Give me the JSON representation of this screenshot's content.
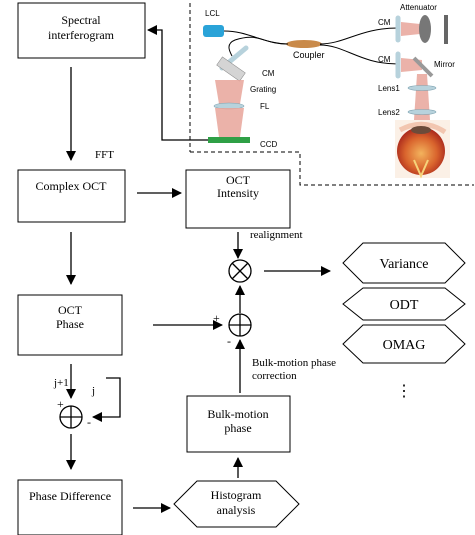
{
  "colors": {
    "laser": "#2aa3d8",
    "coupler": "#c98a4a",
    "beam": "#e8a49a",
    "lens": "#b7d2dc",
    "ccd": "#2fa046",
    "attenuator": "#777777"
  },
  "flow": {
    "spectral_interferogram": [
      "Spectral",
      "interferogram"
    ],
    "fft": "FFT",
    "complex_oct": "Complex OCT",
    "oct_intensity": [
      "OCT",
      "Intensity"
    ],
    "oct_phase": [
      "OCT",
      "Phase"
    ],
    "realignment": "realignment",
    "plus_top": "+",
    "minus_top": "-",
    "bulk_motion_phase_correction": [
      "Bulk-motion phase",
      "correction"
    ],
    "bulk_motion_phase": [
      "Bulk-motion",
      "phase"
    ],
    "j_plus_1": "j+1",
    "j": "j",
    "plus_lower": "+",
    "minus_lower": "-",
    "phase_difference": "Phase Difference",
    "histogram_analysis": [
      "Histogram",
      "analysis"
    ]
  },
  "outputs": {
    "items": [
      "Variance",
      "ODT",
      "OMAG"
    ],
    "more": "⋮"
  },
  "setup": {
    "lcl": "LCL",
    "coupler": "Coupler",
    "cm_left": "CM",
    "grating": "Grating",
    "fl": "FL",
    "ccd": "CCD",
    "cm_right_top": "CM",
    "attenuator": "Attenuator",
    "cm_right_bottom": "CM",
    "mirror": "Mirror",
    "lens1": "Lens1",
    "lens2": "Lens2"
  },
  "icons": {
    "multiply": "circled-times-icon",
    "add": "circled-plus-icon",
    "eye": "eye-icon"
  }
}
